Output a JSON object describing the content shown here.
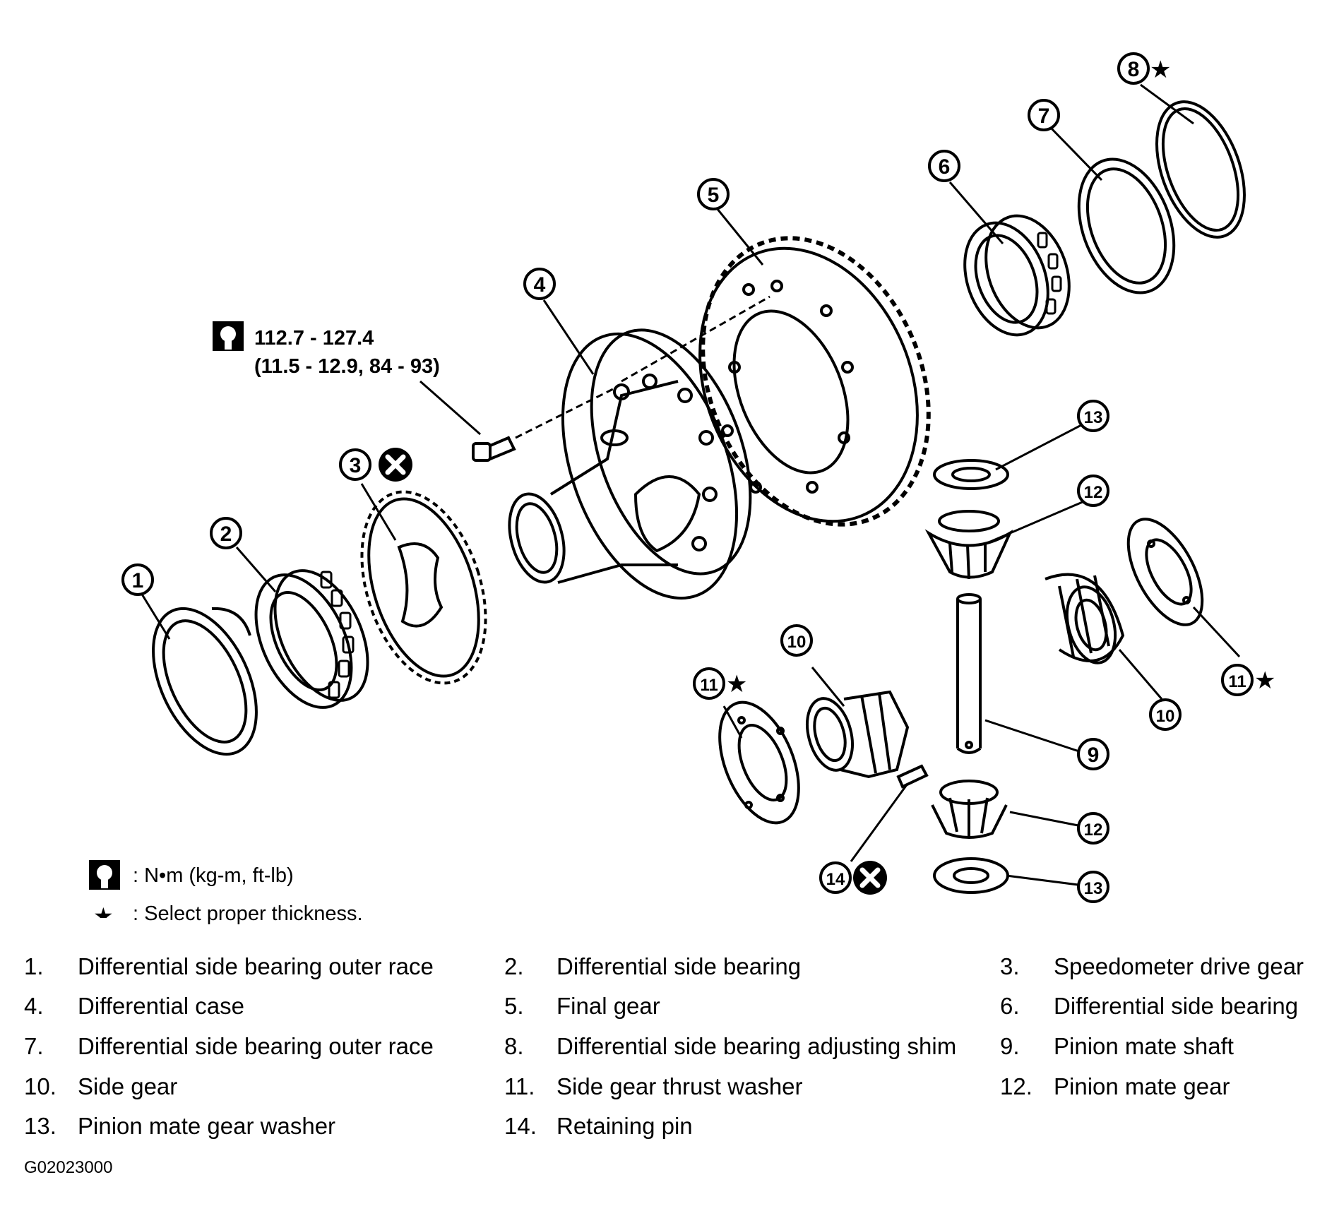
{
  "torque_spec": {
    "value": "112.7 - 127.4",
    "alt_units": "(11.5 - 12.9, 84 - 93)"
  },
  "legend": {
    "torque_symbol_text": ": N•m  (kg-m,  ft-lb)",
    "star_symbol": "★",
    "star_text": ":  Select proper thickness."
  },
  "callouts": [
    "1",
    "2",
    "3",
    "4",
    "5",
    "6",
    "7",
    "8",
    "9",
    "10",
    "11",
    "12",
    "13",
    "14"
  ],
  "parts": [
    {
      "num": "1.",
      "name": "Differential side bearing outer race"
    },
    {
      "num": "2.",
      "name": "Differential side bearing"
    },
    {
      "num": "3.",
      "name": "Speedometer drive gear"
    },
    {
      "num": "4.",
      "name": "Differential case"
    },
    {
      "num": "5.",
      "name": "Final gear"
    },
    {
      "num": "6.",
      "name": "Differential side bearing"
    },
    {
      "num": "7.",
      "name": "Differential side bearing outer race"
    },
    {
      "num": "8.",
      "name": "Differential side bearing adjusting shim"
    },
    {
      "num": "9.",
      "name": "Pinion mate shaft"
    },
    {
      "num": "10.",
      "name": "Side gear"
    },
    {
      "num": "11.",
      "name": "Side gear thrust washer"
    },
    {
      "num": "12.",
      "name": "Pinion mate gear"
    },
    {
      "num": "13.",
      "name": "Pinion mate gear washer"
    },
    {
      "num": "14.",
      "name": "Retaining pin"
    }
  ],
  "figure_code": "G02023000"
}
